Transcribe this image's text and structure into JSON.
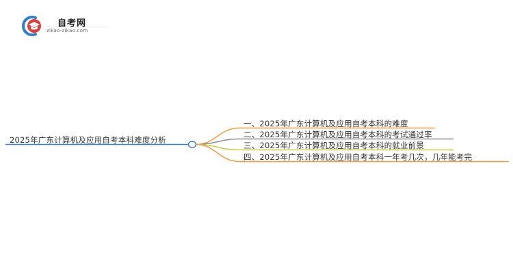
{
  "logo": {
    "title": "自考网",
    "url": "zikao-zikao.com",
    "icon": "graduation-cap-icon",
    "colors": {
      "ring": "#2f7fd0",
      "cap": "#e23b3b"
    }
  },
  "mindmap": {
    "root": {
      "label": "2025年广东计算机及应用自考本科难度分析",
      "underline_color": "#3d7fc4",
      "node_color": "#3d7fc4"
    },
    "branches": [
      {
        "label": "一、2025年广东计算机及应用自考本科的难度",
        "color": "#f59a45"
      },
      {
        "label": "二、2025年广东计算机及应用自考本科的考试通过率",
        "color": "#8c8c8c"
      },
      {
        "label": "三、2025年广东计算机及应用自考本科的就业前景",
        "color": "#c5cc45"
      },
      {
        "label": "四、2025年广东计算机及应用自考本科一年考几次，几年能考完",
        "color": "#f59a45"
      }
    ]
  }
}
